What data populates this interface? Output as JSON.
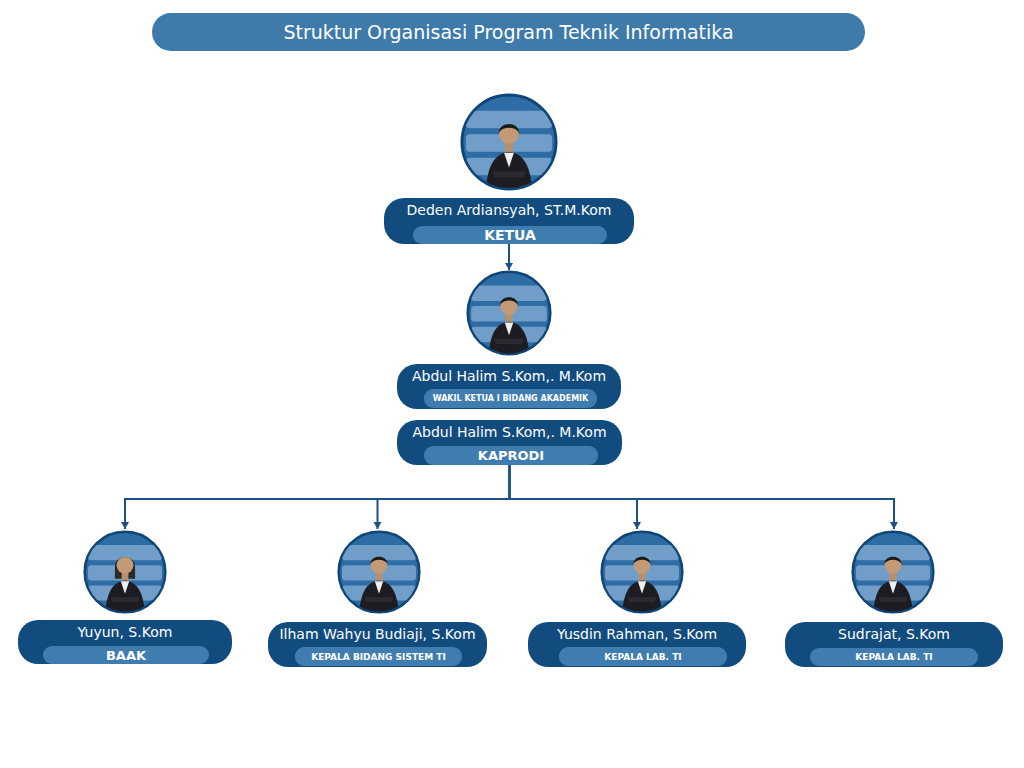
{
  "diagram": {
    "title": "Struktur Organisasi Program Teknik Informatika",
    "nodes": [
      {
        "text": [
          "Deden Ardiansyah, ST.M.Kom"
        ]
      },
      {
        "text": [
          "KETUA"
        ],
        "in": 0
      },
      {
        "text": [
          "Abdul Halim S.Kom,. M.Kom"
        ]
      },
      {
        "text": [
          "WAKIL KETUA I BIDANG AKADEMIK"
        ],
        "in": 2
      },
      {
        "text": [
          "Abdul Halim S.Kom,. M.Kom"
        ]
      },
      {
        "text": [
          "KAPRODI"
        ],
        "in": 4
      },
      {
        "text": [
          "Yuyun, S.Kom"
        ]
      },
      {
        "text": [
          "BAAK"
        ],
        "in": 6
      },
      {
        "text": [
          "Ilham Wahyu Budiaji, S.Kom"
        ]
      },
      {
        "text": [
          "KEPALA BIDANG SISTEM TI"
        ],
        "in": 8
      },
      {
        "text": [
          "Yusdin Rahman, S.Kom"
        ]
      },
      {
        "text": [
          "KEPALA LAB. TI"
        ],
        "in": 10
      },
      {
        "text": [
          "Sudrajat, S.Kom"
        ]
      },
      {
        "text": [
          "KEPALA LAB. TI"
        ],
        "in": 12
      }
    ],
    "edges": [
      {
        "from": 0,
        "to": 2,
        "arrow": "to"
      },
      {
        "from": 4,
        "to": 6,
        "arrow": "to"
      },
      {
        "from": 4,
        "to": 8,
        "arrow": "to"
      },
      {
        "from": 4,
        "to": 10,
        "arrow": "to"
      },
      {
        "from": 4,
        "to": 12,
        "arrow": "to"
      }
    ]
  }
}
